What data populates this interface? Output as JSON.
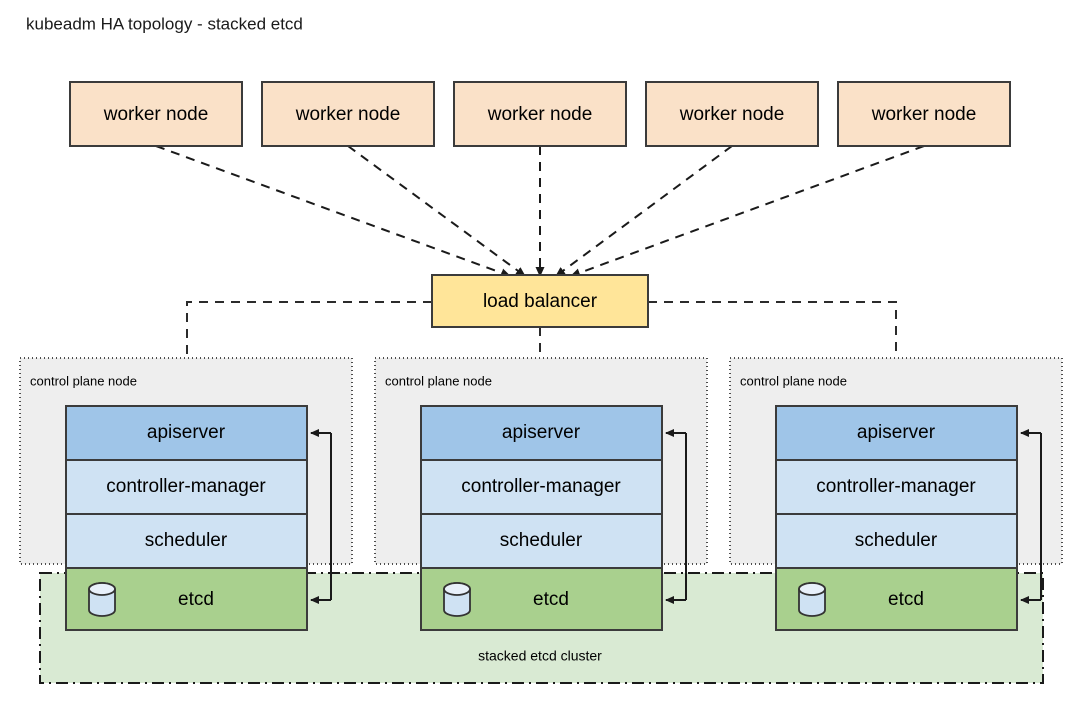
{
  "title": "kubeadm HA topology - stacked etcd",
  "colors": {
    "worker_fill": "#fae1c8",
    "worker_stroke": "#3b3b3b",
    "load_balancer_fill": "#ffe599",
    "load_balancer_stroke": "#3b3b3b",
    "apiserver_fill": "#9fc5e8",
    "component_fill": "#cfe2f3",
    "etcd_fill": "#a9d08e",
    "etcd_cluster_fill": "#d9ead3",
    "control_plane_fill": "#eeeeee",
    "control_plane_stroke": "#4d4d4d",
    "cylinder_fill": "#cfe2f3",
    "line": "#1a1a1a",
    "background": "#ffffff"
  },
  "workers": [
    {
      "label": "worker node"
    },
    {
      "label": "worker node"
    },
    {
      "label": "worker node"
    },
    {
      "label": "worker node"
    },
    {
      "label": "worker node"
    }
  ],
  "load_balancer": {
    "label": "load balancer"
  },
  "control_planes": [
    {
      "group_label": "control plane node",
      "components": [
        {
          "name": "apiserver",
          "label": "apiserver"
        },
        {
          "name": "controller-manager",
          "label": "controller-manager"
        },
        {
          "name": "scheduler",
          "label": "scheduler"
        },
        {
          "name": "etcd",
          "label": "etcd",
          "icon": "database-cylinder-icon"
        }
      ]
    },
    {
      "group_label": "control plane node",
      "components": [
        {
          "name": "apiserver",
          "label": "apiserver"
        },
        {
          "name": "controller-manager",
          "label": "controller-manager"
        },
        {
          "name": "scheduler",
          "label": "scheduler"
        },
        {
          "name": "etcd",
          "label": "etcd",
          "icon": "database-cylinder-icon"
        }
      ]
    },
    {
      "group_label": "control plane node",
      "components": [
        {
          "name": "apiserver",
          "label": "apiserver"
        },
        {
          "name": "controller-manager",
          "label": "controller-manager"
        },
        {
          "name": "scheduler",
          "label": "scheduler"
        },
        {
          "name": "etcd",
          "label": "etcd",
          "icon": "database-cylinder-icon"
        }
      ]
    }
  ],
  "etcd_cluster": {
    "label": "stacked etcd cluster"
  },
  "chart_data": {
    "type": "diagram",
    "title": "kubeadm HA topology - stacked etcd",
    "nodes": [
      {
        "id": "worker-1",
        "label": "worker node",
        "kind": "worker"
      },
      {
        "id": "worker-2",
        "label": "worker node",
        "kind": "worker"
      },
      {
        "id": "worker-3",
        "label": "worker node",
        "kind": "worker"
      },
      {
        "id": "worker-4",
        "label": "worker node",
        "kind": "worker"
      },
      {
        "id": "worker-5",
        "label": "worker node",
        "kind": "worker"
      },
      {
        "id": "load-balancer",
        "label": "load balancer",
        "kind": "load-balancer"
      },
      {
        "id": "cp-1",
        "label": "control plane node",
        "kind": "control-plane"
      },
      {
        "id": "cp-2",
        "label": "control plane node",
        "kind": "control-plane"
      },
      {
        "id": "cp-3",
        "label": "control plane node",
        "kind": "control-plane"
      },
      {
        "id": "etcd-cluster",
        "label": "stacked etcd cluster",
        "kind": "cluster"
      }
    ],
    "edges": [
      {
        "from": "worker-1",
        "to": "load-balancer",
        "style": "dashed-arrow"
      },
      {
        "from": "worker-2",
        "to": "load-balancer",
        "style": "dashed-arrow"
      },
      {
        "from": "worker-3",
        "to": "load-balancer",
        "style": "dashed-arrow"
      },
      {
        "from": "worker-4",
        "to": "load-balancer",
        "style": "dashed-arrow"
      },
      {
        "from": "worker-5",
        "to": "load-balancer",
        "style": "dashed-arrow"
      },
      {
        "from": "load-balancer",
        "to": "cp-1",
        "style": "dashed"
      },
      {
        "from": "load-balancer",
        "to": "cp-2",
        "style": "dashed"
      },
      {
        "from": "load-balancer",
        "to": "cp-3",
        "style": "dashed"
      },
      {
        "from": "cp-1.etcd",
        "to": "cp-1.apiserver",
        "style": "solid-arrow"
      },
      {
        "from": "cp-2.etcd",
        "to": "cp-2.apiserver",
        "style": "solid-arrow"
      },
      {
        "from": "cp-3.etcd",
        "to": "cp-3.apiserver",
        "style": "solid-arrow"
      }
    ]
  }
}
